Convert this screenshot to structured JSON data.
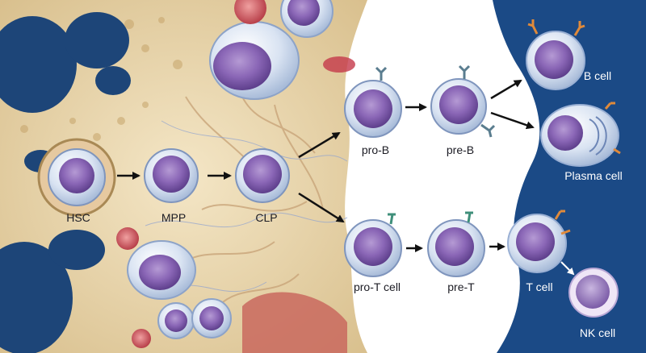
{
  "labels": {
    "hsc": "HSC",
    "mpp": "MPP",
    "clp": "CLP",
    "pro_b": "pro-B",
    "pre_b": "pre-B",
    "b_cell": "B cell",
    "plasma_cell": "Plasma cell",
    "pro_t": "pro-T cell",
    "pre_t": "pre-T",
    "t_cell": "T cell",
    "nk_cell": "NK cell"
  },
  "colors": {
    "bone": "#e8d6b0",
    "marrow_blue": "#1b4a86",
    "cell_membrane": "#c7d6ec",
    "nucleus": "#7d5aa8",
    "arrow": "#111111"
  }
}
